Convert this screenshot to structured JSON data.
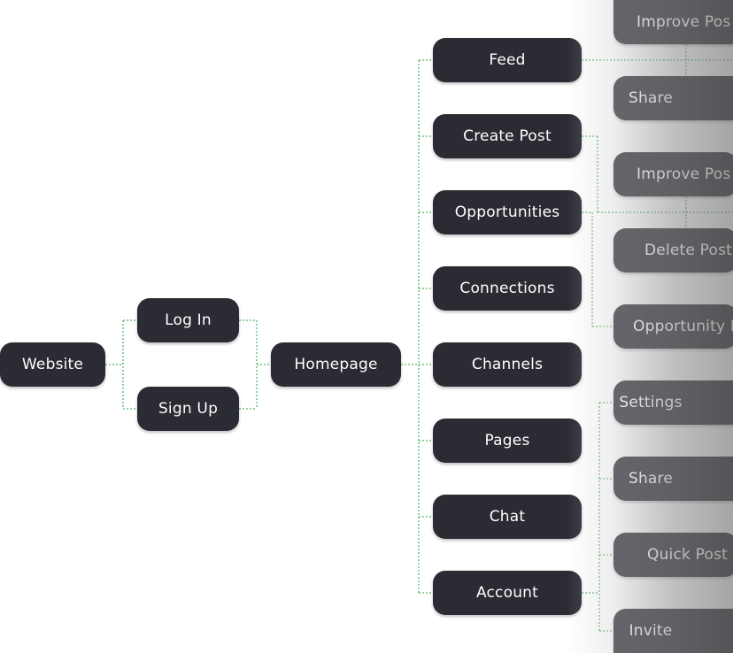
{
  "colors": {
    "node_bg": "#2a2b33",
    "node_text": "#ffffff",
    "connector": "#2ea043"
  },
  "nodes": {
    "website": "Website",
    "log_in": "Log In",
    "sign_up": "Sign Up",
    "homepage": "Homepage",
    "feed": "Feed",
    "create_post": "Create Post",
    "opportunities": "Opportunities",
    "connections": "Connections",
    "channels": "Channels",
    "pages": "Pages",
    "chat": "Chat",
    "account": "Account",
    "feed_improve_post": "Improve Pos",
    "feed_share": "Share",
    "create_improve_post": "Improve Pos",
    "create_delete_post": "Delete Post",
    "opportunity": "Opportunity I",
    "settings": "Settings",
    "account_share": "Share",
    "quick_post": "Quick Post",
    "invite": "Invite"
  }
}
